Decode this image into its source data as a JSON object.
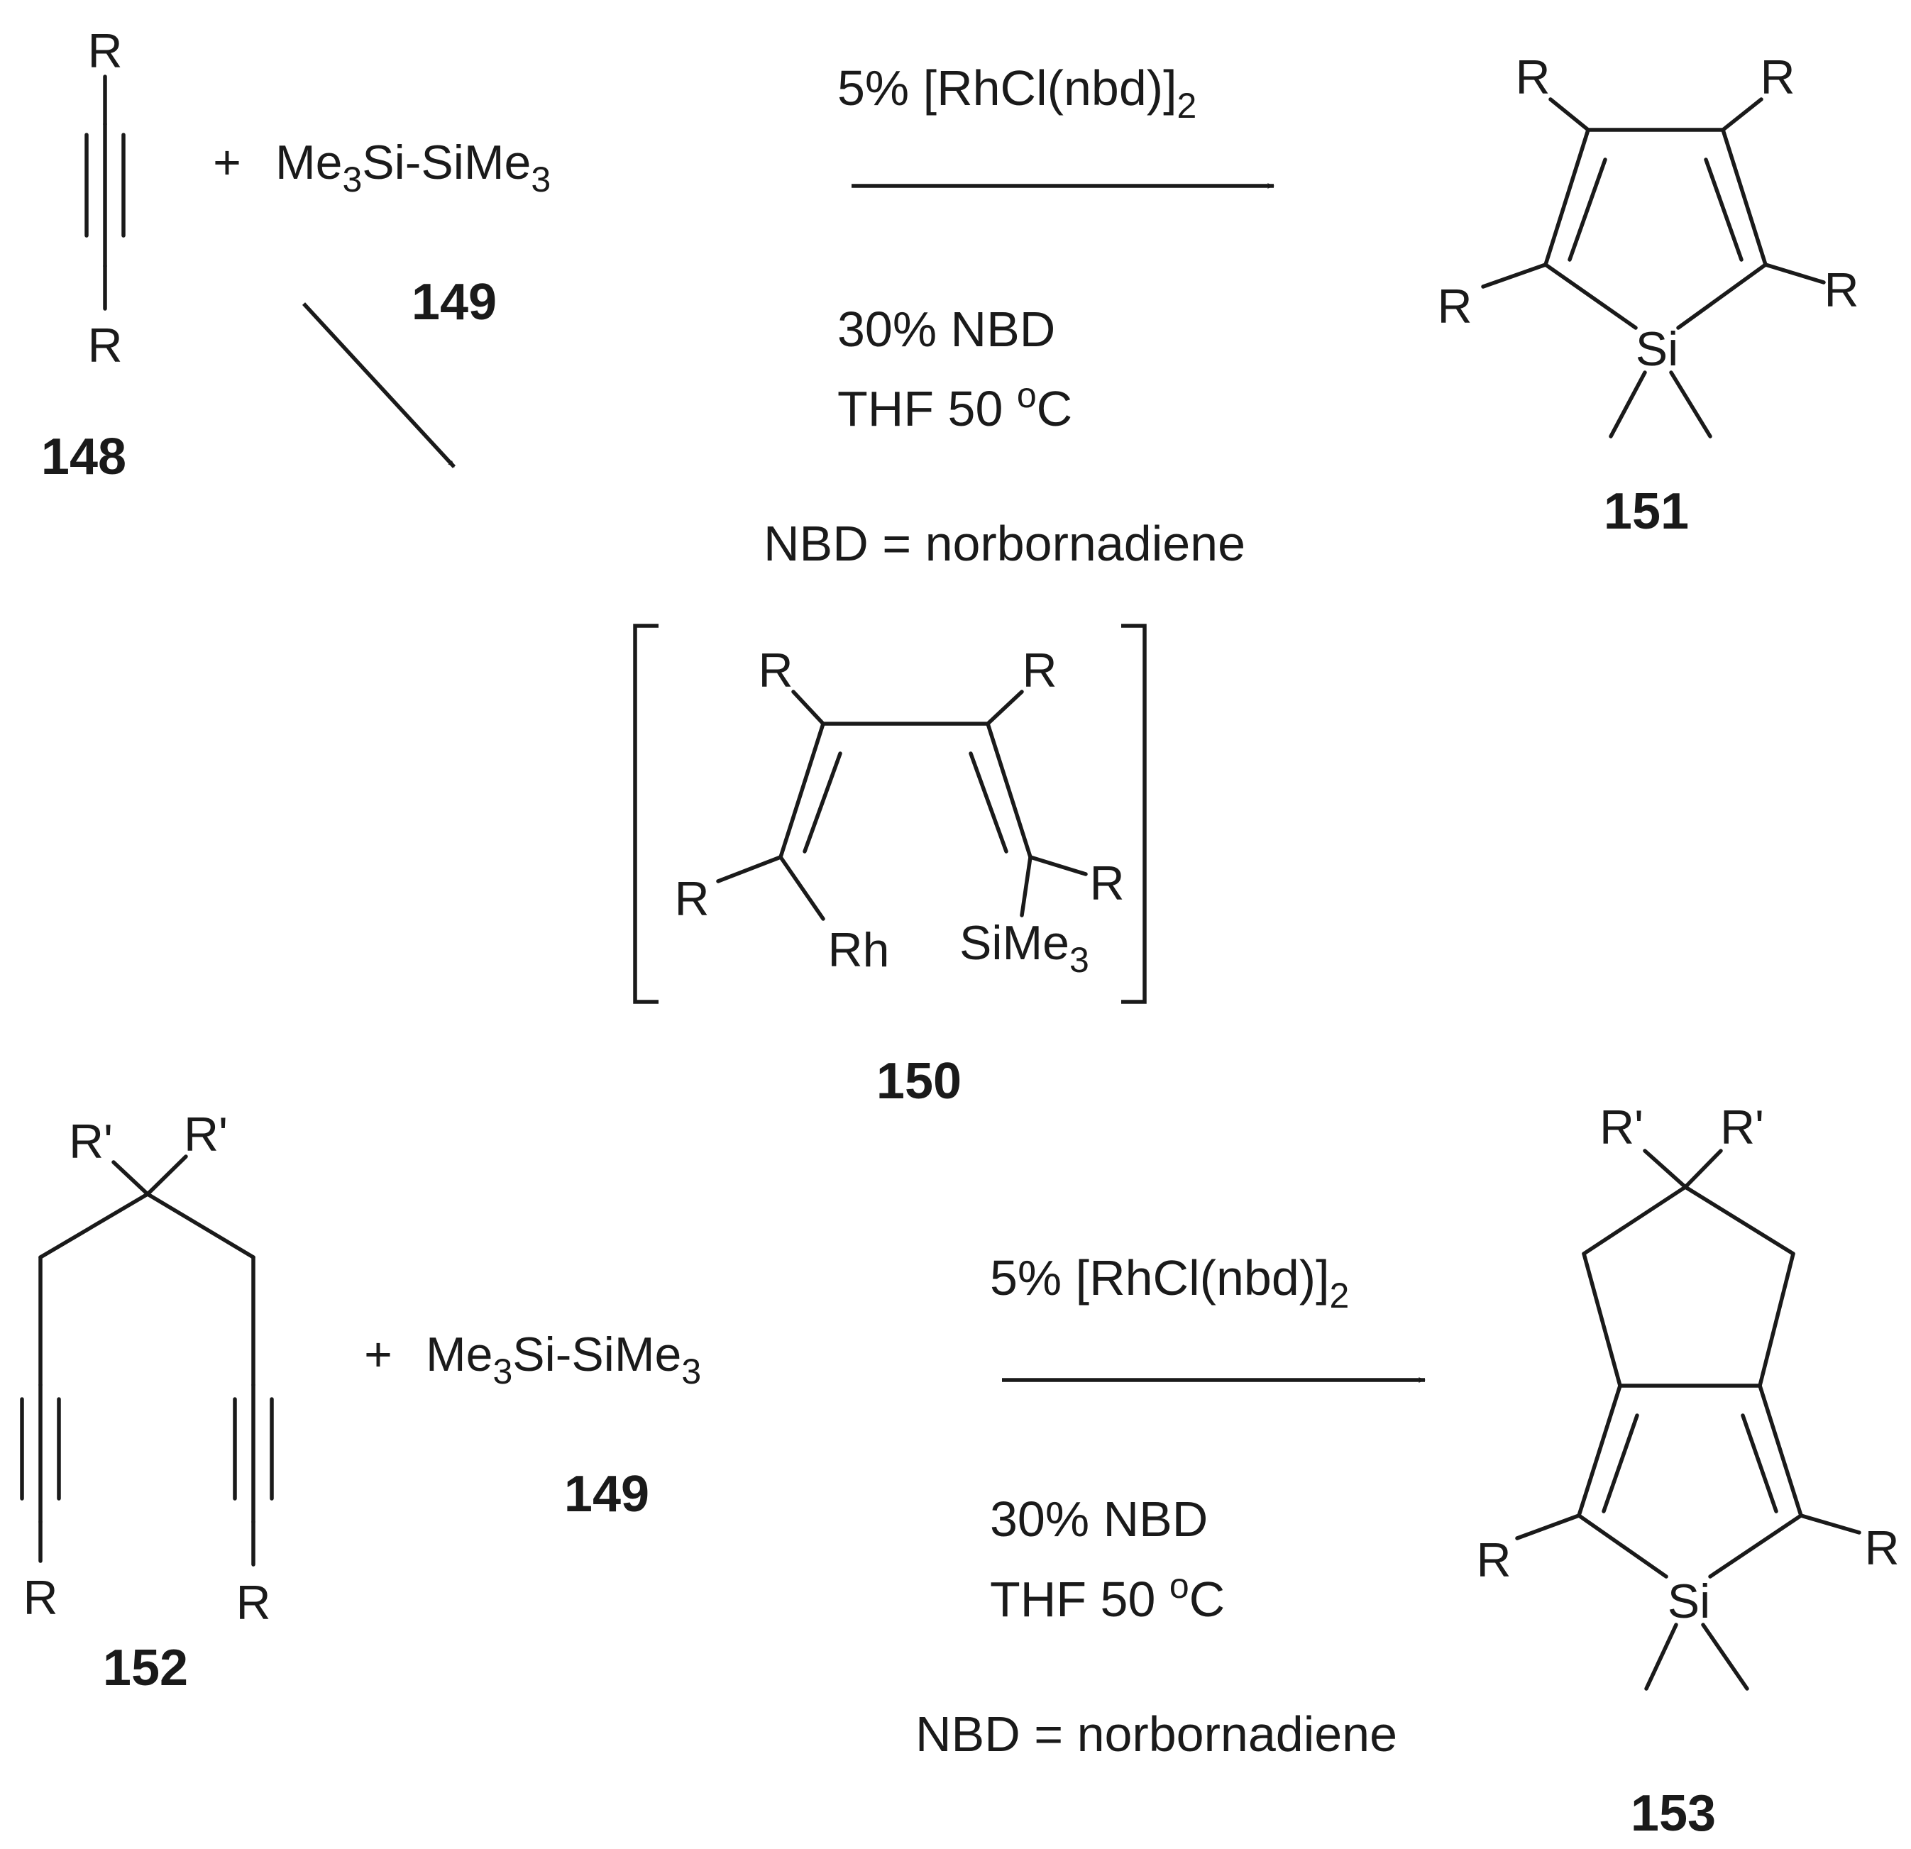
{
  "atoms": {
    "R": "R",
    "R_prime": "R'",
    "Si": "Si",
    "Rh": "Rh",
    "Si_part": "Si",
    "Me_part": "Me",
    "three": "3"
  },
  "plus": "+",
  "disilane_parts": {
    "me1": "Me",
    "sub1": "3",
    "mid": "Si-SiMe",
    "sub2": "3"
  },
  "compounds": {
    "c148": "148",
    "c149": "149",
    "c150": "150",
    "c151": "151",
    "c152": "152",
    "c153": "153"
  },
  "conditions": {
    "catalyst_main": "5% [RhCl(nbd)]",
    "catalyst_sub": "2",
    "additive": "30% NBD",
    "solvent_temp_main": "THF 50 ",
    "degree": "o",
    "celsius": "C",
    "definition": "NBD = norbornadiene"
  }
}
